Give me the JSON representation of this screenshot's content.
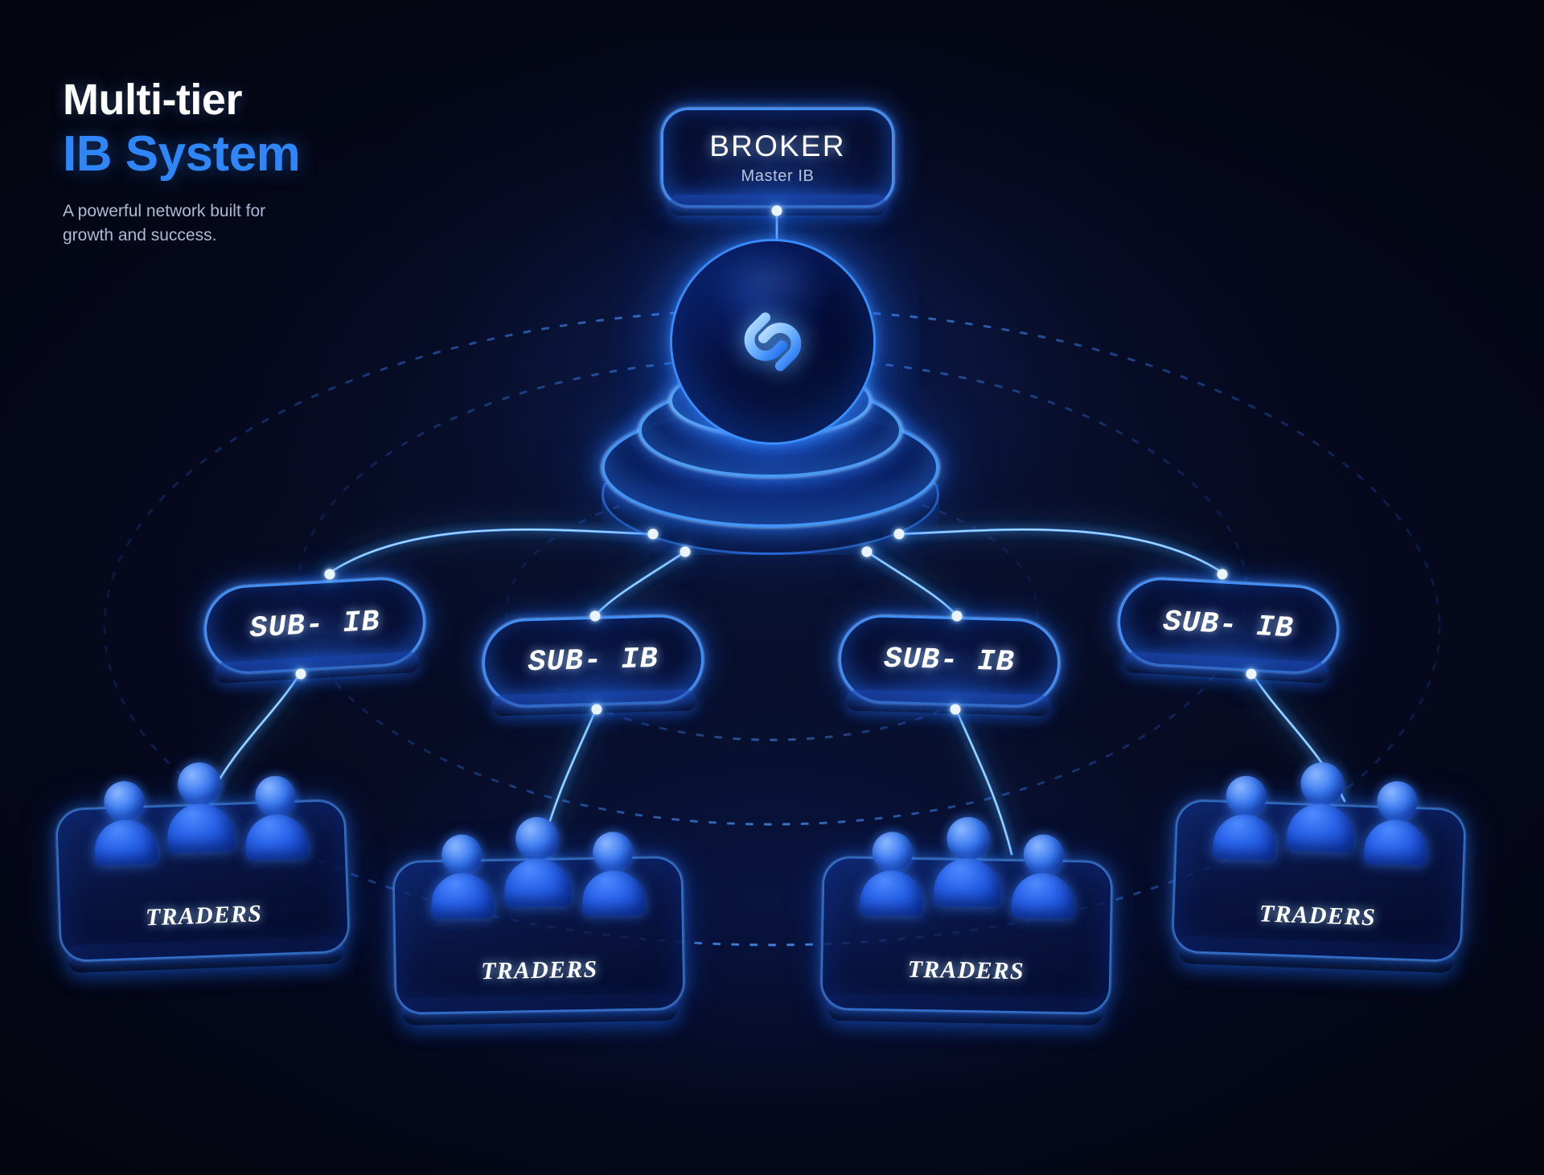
{
  "heading": {
    "line1": "Multi-tier",
    "line2": "IB System",
    "subtitle": "A powerful network built for\ngrowth and success."
  },
  "colors": {
    "background": "#03050f",
    "accent_blue": "#2e86f8",
    "glow_blue": "#4696ff",
    "text_primary": "#ffffff",
    "text_muted": "#aeb9d4"
  },
  "diagram": {
    "type": "hierarchy",
    "broker": {
      "title": "BROKER",
      "subtitle": "Master IB",
      "icon": "chain-link-icon"
    },
    "sub_ibs": [
      {
        "label": "SUB- IB"
      },
      {
        "label": "SUB- IB"
      },
      {
        "label": "SUB- IB"
      },
      {
        "label": "SUB- IB"
      }
    ],
    "trader_groups": [
      {
        "label": "TRADERS",
        "people": 3
      },
      {
        "label": "TRADERS",
        "people": 3
      },
      {
        "label": "TRADERS",
        "people": 3
      },
      {
        "label": "TRADERS",
        "people": 3
      }
    ]
  }
}
